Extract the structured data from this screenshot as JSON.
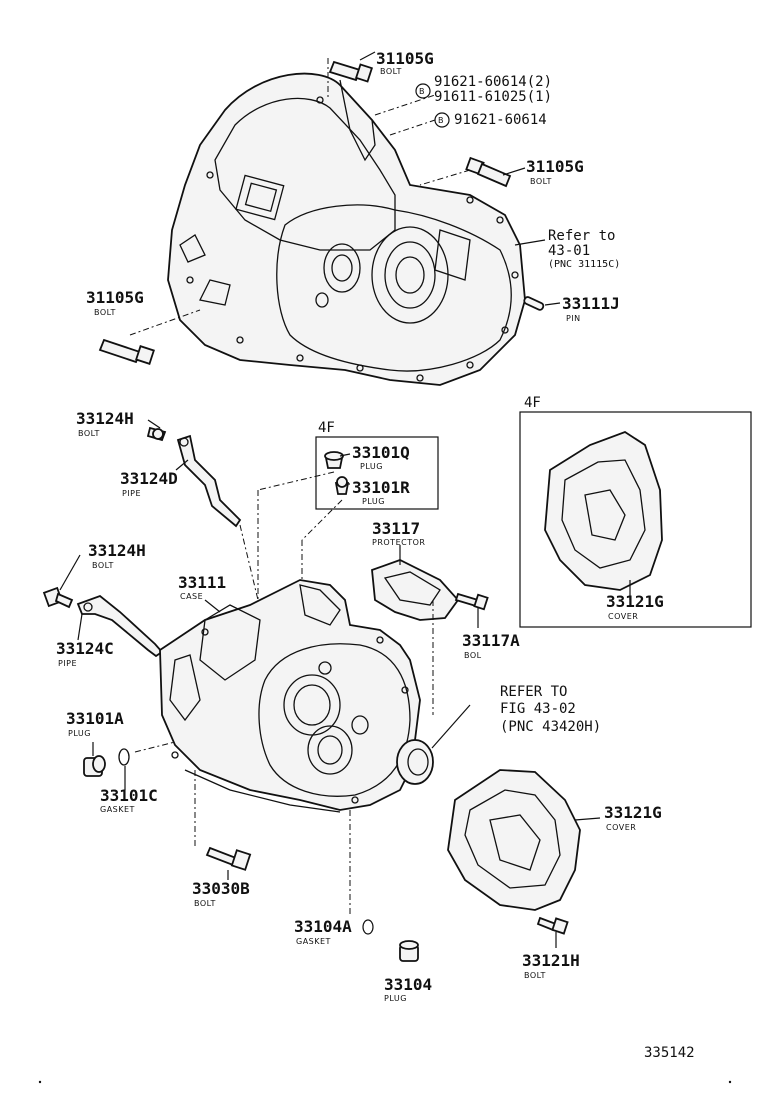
{
  "labels": {
    "bolt_top": {
      "pn": "31105G",
      "name": "BOLT"
    },
    "washer_b1": {
      "line1": "91621-60614(2)",
      "line2": "91611-61025(1)",
      "marker": "B"
    },
    "washer_b2": {
      "pn": "91621-60614",
      "marker": "B"
    },
    "bolt_right": {
      "pn": "31105G",
      "name": "BOLT"
    },
    "refer_top": {
      "line1": "Refer to",
      "line2": "43-01",
      "line3": "(PNC 31115C)"
    },
    "bolt_left": {
      "pn": "31105G",
      "name": "BOLT"
    },
    "pin": {
      "pn": "33111J",
      "name": "PIN"
    },
    "bolt_33124h_top": {
      "pn": "33124H",
      "name": "BOLT"
    },
    "pipe_d": {
      "pn": "33124D",
      "name": "PIPE"
    },
    "bolt_33124h_mid": {
      "pn": "33124H",
      "name": "BOLT"
    },
    "pipe_c": {
      "pn": "33124C",
      "name": "PIPE"
    },
    "case": {
      "pn": "33111",
      "name": "CASE"
    },
    "plug_q": {
      "pn": "33101Q",
      "name": "PLUG"
    },
    "plug_r": {
      "pn": "33101R",
      "name": "PLUG"
    },
    "box_4f_1": "4F",
    "box_4f_2": "4F",
    "protector": {
      "pn": "33117",
      "name": "PROTECTOR"
    },
    "bolt_33117a": {
      "pn": "33117A",
      "name": "BOL"
    },
    "cover_top": {
      "pn": "33121G",
      "name": "COVER"
    },
    "cover_bottom": {
      "pn": "33121G",
      "name": "COVER"
    },
    "refer_mid": {
      "line1": "REFER TO",
      "line2": "FIG 43-02",
      "line3": "(PNC 43420H)"
    },
    "plug_a": {
      "pn": "33101A",
      "name": "PLUG"
    },
    "gasket_c": {
      "pn": "33101C",
      "name": "GASKET"
    },
    "bolt_33030b": {
      "pn": "33030B",
      "name": "BOLT"
    },
    "gasket_33104a": {
      "pn": "33104A",
      "name": "GASKET"
    },
    "plug_33104": {
      "pn": "33104",
      "name": "PLUG"
    },
    "bolt_33121h": {
      "pn": "33121H",
      "name": "BOLT"
    },
    "figure_number": "335142"
  }
}
